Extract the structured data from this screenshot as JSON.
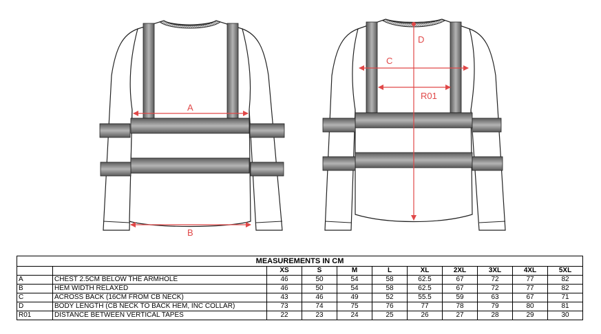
{
  "diagram": {
    "labels": {
      "a": "A",
      "b": "B",
      "c": "C",
      "d": "D",
      "r01": "R01"
    },
    "line_color": "#e04848",
    "tape_color": "#8c8c8c"
  },
  "table": {
    "title": "MEASUREMENTS IN CM",
    "sizes": [
      "XS",
      "S",
      "M",
      "L",
      "XL",
      "2XL",
      "3XL",
      "4XL",
      "5XL"
    ],
    "rows": [
      {
        "code": "A",
        "desc": "CHEST 2.5CM BELOW THE ARMHOLE",
        "values": [
          "46",
          "50",
          "54",
          "58",
          "62.5",
          "67",
          "72",
          "77",
          "82"
        ]
      },
      {
        "code": "B",
        "desc": "HEM WIDTH RELAXED",
        "values": [
          "46",
          "50",
          "54",
          "58",
          "62.5",
          "67",
          "72",
          "77",
          "82"
        ]
      },
      {
        "code": "C",
        "desc": "ACROSS BACK (16CM FROM CB NECK)",
        "values": [
          "43",
          "46",
          "49",
          "52",
          "55.5",
          "59",
          "63",
          "67",
          "71"
        ]
      },
      {
        "code": "D",
        "desc": "BODY LENGTH (CB NECK TO BACK HEM, INC COLLAR)",
        "values": [
          "73",
          "74",
          "75",
          "76",
          "77",
          "78",
          "79",
          "80",
          "81"
        ]
      },
      {
        "code": "R01",
        "desc": "DISTANCE BETWEEN VERTICAL TAPES",
        "values": [
          "22",
          "23",
          "24",
          "25",
          "26",
          "27",
          "28",
          "29",
          "30"
        ]
      }
    ]
  }
}
